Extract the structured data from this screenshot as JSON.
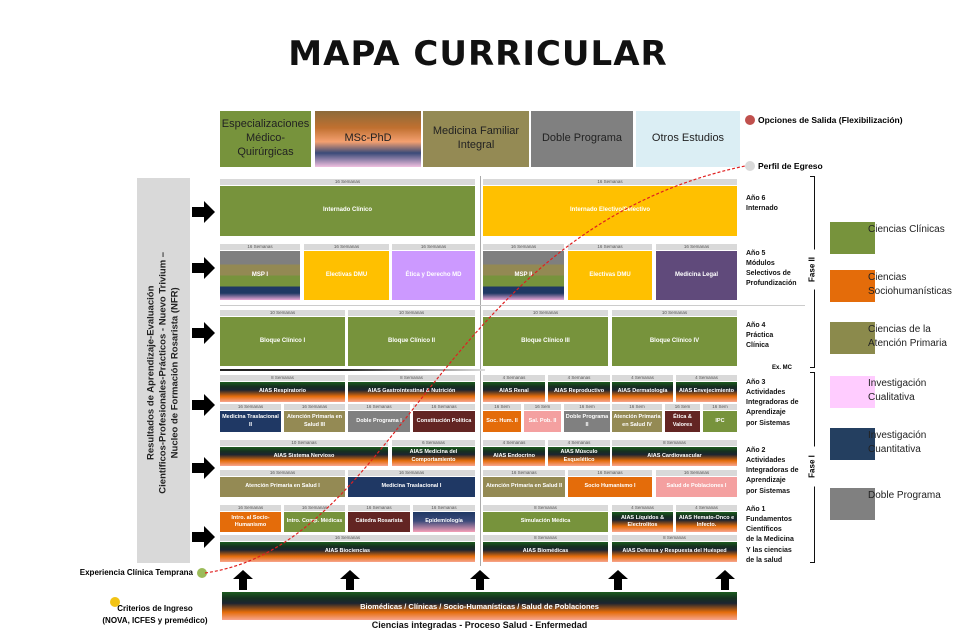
{
  "title": "MAPA CURRICULAR",
  "salida": [
    {
      "label": "Especializaciones Médico-Quirúrgicas",
      "color": "#77933c"
    },
    {
      "label": "MSc-PhD"
    },
    {
      "label": "Medicina Familiar Integral",
      "color": "#948a54"
    },
    {
      "label": "Doble Programa",
      "color": "#808080"
    },
    {
      "label": "Otros Estudios",
      "color": "#dbeef4"
    }
  ],
  "markers": {
    "salida": "Opciones de Salida (Flexibilización)",
    "egreso": "Perfil de Egreso",
    "experiencia": "Experiencia Clínica Temprana",
    "ingreso_1": "Criterios de Ingreso",
    "ingreso_2": "(NOVA, ICFES y premédico)",
    "exmc": "Ex. MC"
  },
  "side_label": [
    "Resultados de Aprendizaje-Evaluación",
    "Científicos-Profesionales-Prácticos - Nuevo Trivium –",
    "Nucleo de Formación Rosarista (NFR)"
  ],
  "blocks": [
    {
      "sem": "16 Semanas",
      "label": "Internado Clínico"
    },
    {
      "sem": "16 Semanas",
      "label": "Internado Electivo/Selectivo"
    },
    {
      "sem": "16 Semanas",
      "label": "MSP I"
    },
    {
      "sem": "16 Semanas",
      "label": "Electivas DMU"
    },
    {
      "sem": "16 Semanas",
      "label": "Ética y Derecho MD"
    },
    {
      "sem": "16 Semanas",
      "label": "MSP II"
    },
    {
      "sem": "16 Semanas",
      "label": "Electivas DMU"
    },
    {
      "sem": "16 Semanas",
      "label": "Medicina Legal"
    },
    {
      "sem": "10 Semanas",
      "label": "Bloque Clínico I"
    },
    {
      "sem": "10 Semanas",
      "label": "Bloque Clínico II"
    },
    {
      "sem": "10 Semanas",
      "label": "Bloque Clínico III"
    },
    {
      "sem": "10 Semanas",
      "label": "Bloque Clínico IV"
    },
    {
      "sem": "8 Semanas",
      "label": "AIAS Respiratorio"
    },
    {
      "sem": "8 Semanas",
      "label": "AIAS Gastrointestinal & Nutrición"
    },
    {
      "sem": "4 Semanas",
      "label": "AIAS Renal"
    },
    {
      "sem": "4 Semanas",
      "label": "AIAS Reproductivo"
    },
    {
      "sem": "4 Semanas",
      "label": "AIAS Dermatología"
    },
    {
      "sem": "4 Semanas",
      "label": "AIAS Envejecimiento"
    },
    {
      "sem": "16 Semanas",
      "label": "Medicina Traslacional II"
    },
    {
      "sem": "16 Semanas",
      "label": "Atención Primaria en Salud III"
    },
    {
      "sem": "16 Semanas",
      "label": "Doble Programa I"
    },
    {
      "sem": "16 Semanas",
      "label": "Constitución Política"
    },
    {
      "sem": "16 Sem",
      "label": "Soc. Hum. II"
    },
    {
      "sem": "16 Sem",
      "label": "Sal. Pob. II"
    },
    {
      "sem": "16 Sem",
      "label": "Doble Programa II"
    },
    {
      "sem": "16 Sem",
      "label": "Atención Primaria en Salud IV"
    },
    {
      "sem": "16 Sem",
      "label": "Ética & Valores"
    },
    {
      "sem": "16 Sem",
      "label": "IPC"
    },
    {
      "sem": "10 Semanas",
      "label": "AIAS Sistema Nervioso"
    },
    {
      "sem": "6 Semanas",
      "label": "AIAS Medicina del Comportamiento"
    },
    {
      "sem": "4 Semanas",
      "label": "AIAS Endocrino"
    },
    {
      "sem": "4 Semanas",
      "label": "AIAS Músculo Esquelético"
    },
    {
      "sem": "8 Semanas",
      "label": "AIAS Cardiovascular"
    },
    {
      "sem": "16 Semanas",
      "label": "Atención Primaria en Salud I"
    },
    {
      "sem": "16 Semanas",
      "label": "Medicina Traslacional I"
    },
    {
      "sem": "16 Semanas",
      "label": "Atención Primaria en Salud II"
    },
    {
      "sem": "16 Semanas",
      "label": "Socio Humanismo I"
    },
    {
      "sem": "16 Semanas",
      "label": "Salud de Poblaciones I"
    },
    {
      "sem": "16 Semanas",
      "label": "Intro. al Socio-Humanismo"
    },
    {
      "sem": "16 Semanas",
      "label": "Intro. Comp. Médicas"
    },
    {
      "sem": "16 Semanas",
      "label": "Cátedra Rosarista"
    },
    {
      "sem": "16 Semanas",
      "label": "Epidemiología"
    },
    {
      "sem": "8 Semanas",
      "label": "Simulación Médica"
    },
    {
      "sem": "4 Semanas",
      "label": "AIAS Líquidos & Electrolitos"
    },
    {
      "sem": "4 Semanas",
      "label": "AIAS Hemato-Onco e Infecto."
    },
    {
      "sem": "16 Semanas",
      "label": "AIAS Biociencias"
    },
    {
      "sem": "8 Semanas",
      "label": "AIAS Biomédicas"
    },
    {
      "sem": "8 Semanas",
      "label": "AIAS Defensa y Respuesta del Huésped"
    }
  ],
  "years": [
    [
      "Año 6",
      "Internado"
    ],
    [
      "Año 5",
      "Módulos",
      "Selectivos de",
      "Profundización"
    ],
    [
      "Año 4",
      "Práctica",
      "Clínica"
    ],
    [
      "Año 3",
      "Actividades",
      "Integradoras de",
      "Aprendizaje",
      "por Sistemas"
    ],
    [
      "Año 2",
      "Actividades",
      "Integradoras de",
      "Aprendizaje",
      "por Sistemas"
    ],
    [
      "Año 1",
      "Fundamentos",
      "Científicos",
      "de la Medicina",
      "Y las ciencias",
      "de la salud"
    ]
  ],
  "phases": [
    "Fase II",
    "Fase I"
  ],
  "legend": [
    {
      "label": "Ciencias Clínicas",
      "color": "#77933c"
    },
    {
      "label": "Ciencias Sociohumanísticas",
      "color": "#e46c0a"
    },
    {
      "label": "Ciencias de la Atención Primaria",
      "color": "#8b8a4c"
    },
    {
      "label": "Investigación Cualitativa",
      "color": "#ffccff"
    },
    {
      "label": "Investigación Cuantitativa",
      "color": "#243f60"
    },
    {
      "label": "Doble Programa",
      "color": "#808080"
    }
  ],
  "bottom": {
    "bar": "Biomédicas / Clínicas / Socio-Humanísticas / Salud de Poblaciones",
    "caption": "Ciencias integradas - Proceso Salud - Enfermedad"
  }
}
